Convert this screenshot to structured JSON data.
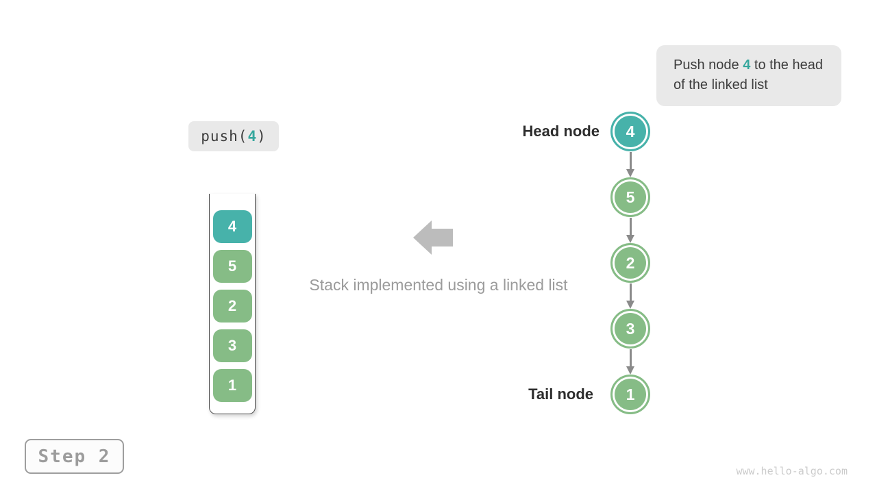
{
  "colors": {
    "teal": "#47b2aa",
    "green": "#86bc86",
    "highlight": "#35a79d",
    "connector_gray": "#8a8a8a",
    "block_arrow_gray": "#bcbcbc",
    "caption_gray": "#9b9b9b",
    "label_dark": "#2d2d2d",
    "callout_bg": "#e9e9e9",
    "step_gray": "#9c9c9c",
    "watermark_gray": "#cbcbcb"
  },
  "callout": {
    "text_pre": "Push node ",
    "highlight": "4",
    "text_post": " to the head of the linked list"
  },
  "operation": {
    "pre": "push(",
    "arg": "4",
    "post": ")"
  },
  "stack": {
    "items": [
      {
        "value": "4",
        "color": "#47b2aa"
      },
      {
        "value": "5",
        "color": "#86bc86"
      },
      {
        "value": "2",
        "color": "#86bc86"
      },
      {
        "value": "3",
        "color": "#86bc86"
      },
      {
        "value": "1",
        "color": "#86bc86"
      }
    ]
  },
  "caption": "Stack implemented using a linked list",
  "linked_list": {
    "head_label": "Head node",
    "tail_label": "Tail node",
    "nodes": [
      {
        "value": "4",
        "color": "#47b2aa"
      },
      {
        "value": "5",
        "color": "#86bc86"
      },
      {
        "value": "2",
        "color": "#86bc86"
      },
      {
        "value": "3",
        "color": "#86bc86"
      },
      {
        "value": "1",
        "color": "#86bc86"
      }
    ]
  },
  "step": {
    "label": "Step 2"
  },
  "watermark": "www.hello-algo.com"
}
